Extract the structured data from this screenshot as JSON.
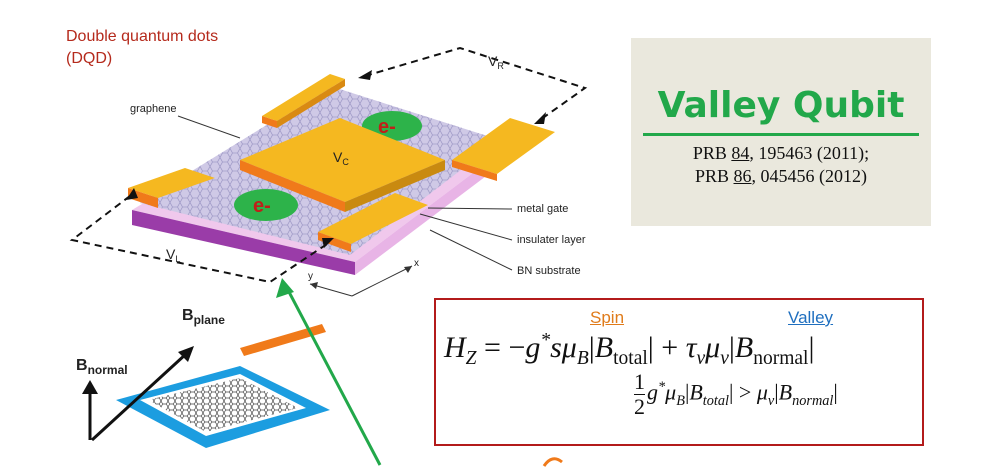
{
  "heading": {
    "line1": "Double quantum dots",
    "line2": "(DQD)"
  },
  "device_labels": {
    "graphene": "graphene",
    "metal_gate": "metal gate",
    "insulater_layer": "insulater layer",
    "bn_substrate": "BN substrate",
    "axis_x": "x",
    "axis_y": "y",
    "electron_top": "e-",
    "electron_bottom": "e-",
    "vr": "V",
    "vr_sub": "R",
    "vc": "V",
    "vc_sub": "C",
    "vl": "V",
    "vl_sub": "L"
  },
  "field_labels": {
    "b_plane": "B",
    "b_plane_sub": "plane",
    "b_normal": "B",
    "b_normal_sub": "normal"
  },
  "valley_panel": {
    "title": "Valley Qubit",
    "ref1_prefix": "PRB ",
    "ref1_volume": "84",
    "ref1_rest": ", 195463 (2011);",
    "ref2_prefix": "PRB ",
    "ref2_volume": "86",
    "ref2_rest": ", 045456 (2012)"
  },
  "equation": {
    "spin_label": "Spin",
    "valley_label": "Valley"
  },
  "colors": {
    "accent_green": "#22a84a",
    "heading_red": "#b52a1c",
    "spin_orange": "#e07b1a",
    "valley_blue": "#1f6fbf",
    "box_border": "#b31b1b",
    "gate_gold": "#f5b820",
    "gate_orange": "#f07a1a",
    "substrate_purple": "#9a3ca8",
    "substrate_pink": "#f0c8ec",
    "lattice": "#b6b1d6",
    "electron_green": "#2db34a",
    "electron_text": "#c0201a"
  }
}
